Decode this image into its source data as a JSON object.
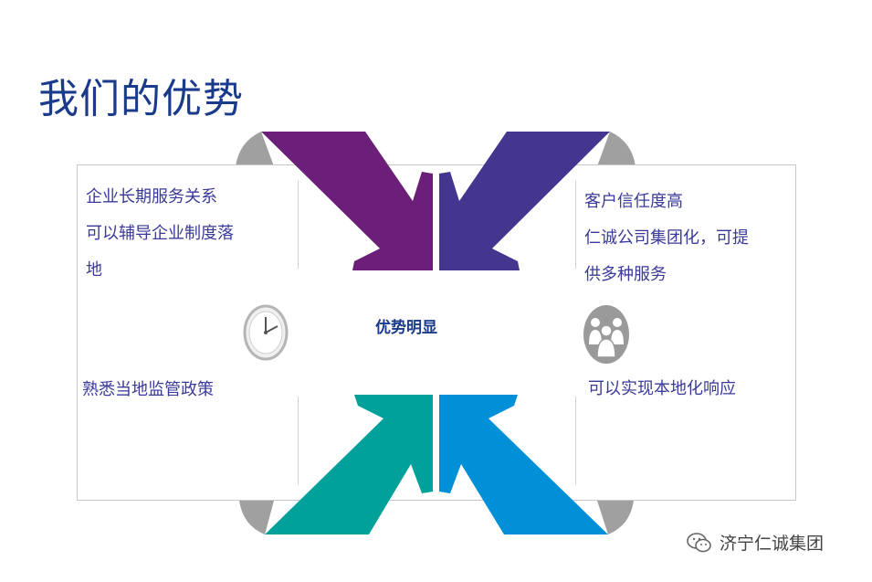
{
  "title": "我们的优势",
  "center_label": "优势明显",
  "left": {
    "top_lines": [
      "企业长期服务关系",
      "可以辅导企业制度落",
      "地"
    ],
    "bottom_line": "熟悉当地监管政策"
  },
  "right": {
    "top_lines": [
      "客户信任度高",
      "仁诚公司集团化，可提",
      "供多种服务"
    ],
    "bottom_line": "可以实现本地化响应"
  },
  "watermark": "济宁仁诚集团",
  "icons": {
    "left": "clock-icon",
    "right": "people-icon",
    "watermark": "wechat-icon"
  },
  "colors": {
    "title": "#1a3a8c",
    "text": "#3a3a9a",
    "arrow_top_left": "#6b1f78",
    "arrow_top_right": "#44358f",
    "arrow_bottom_left": "#00a19a",
    "arrow_bottom_right": "#0090d8",
    "curl": "#a0a0a0"
  }
}
